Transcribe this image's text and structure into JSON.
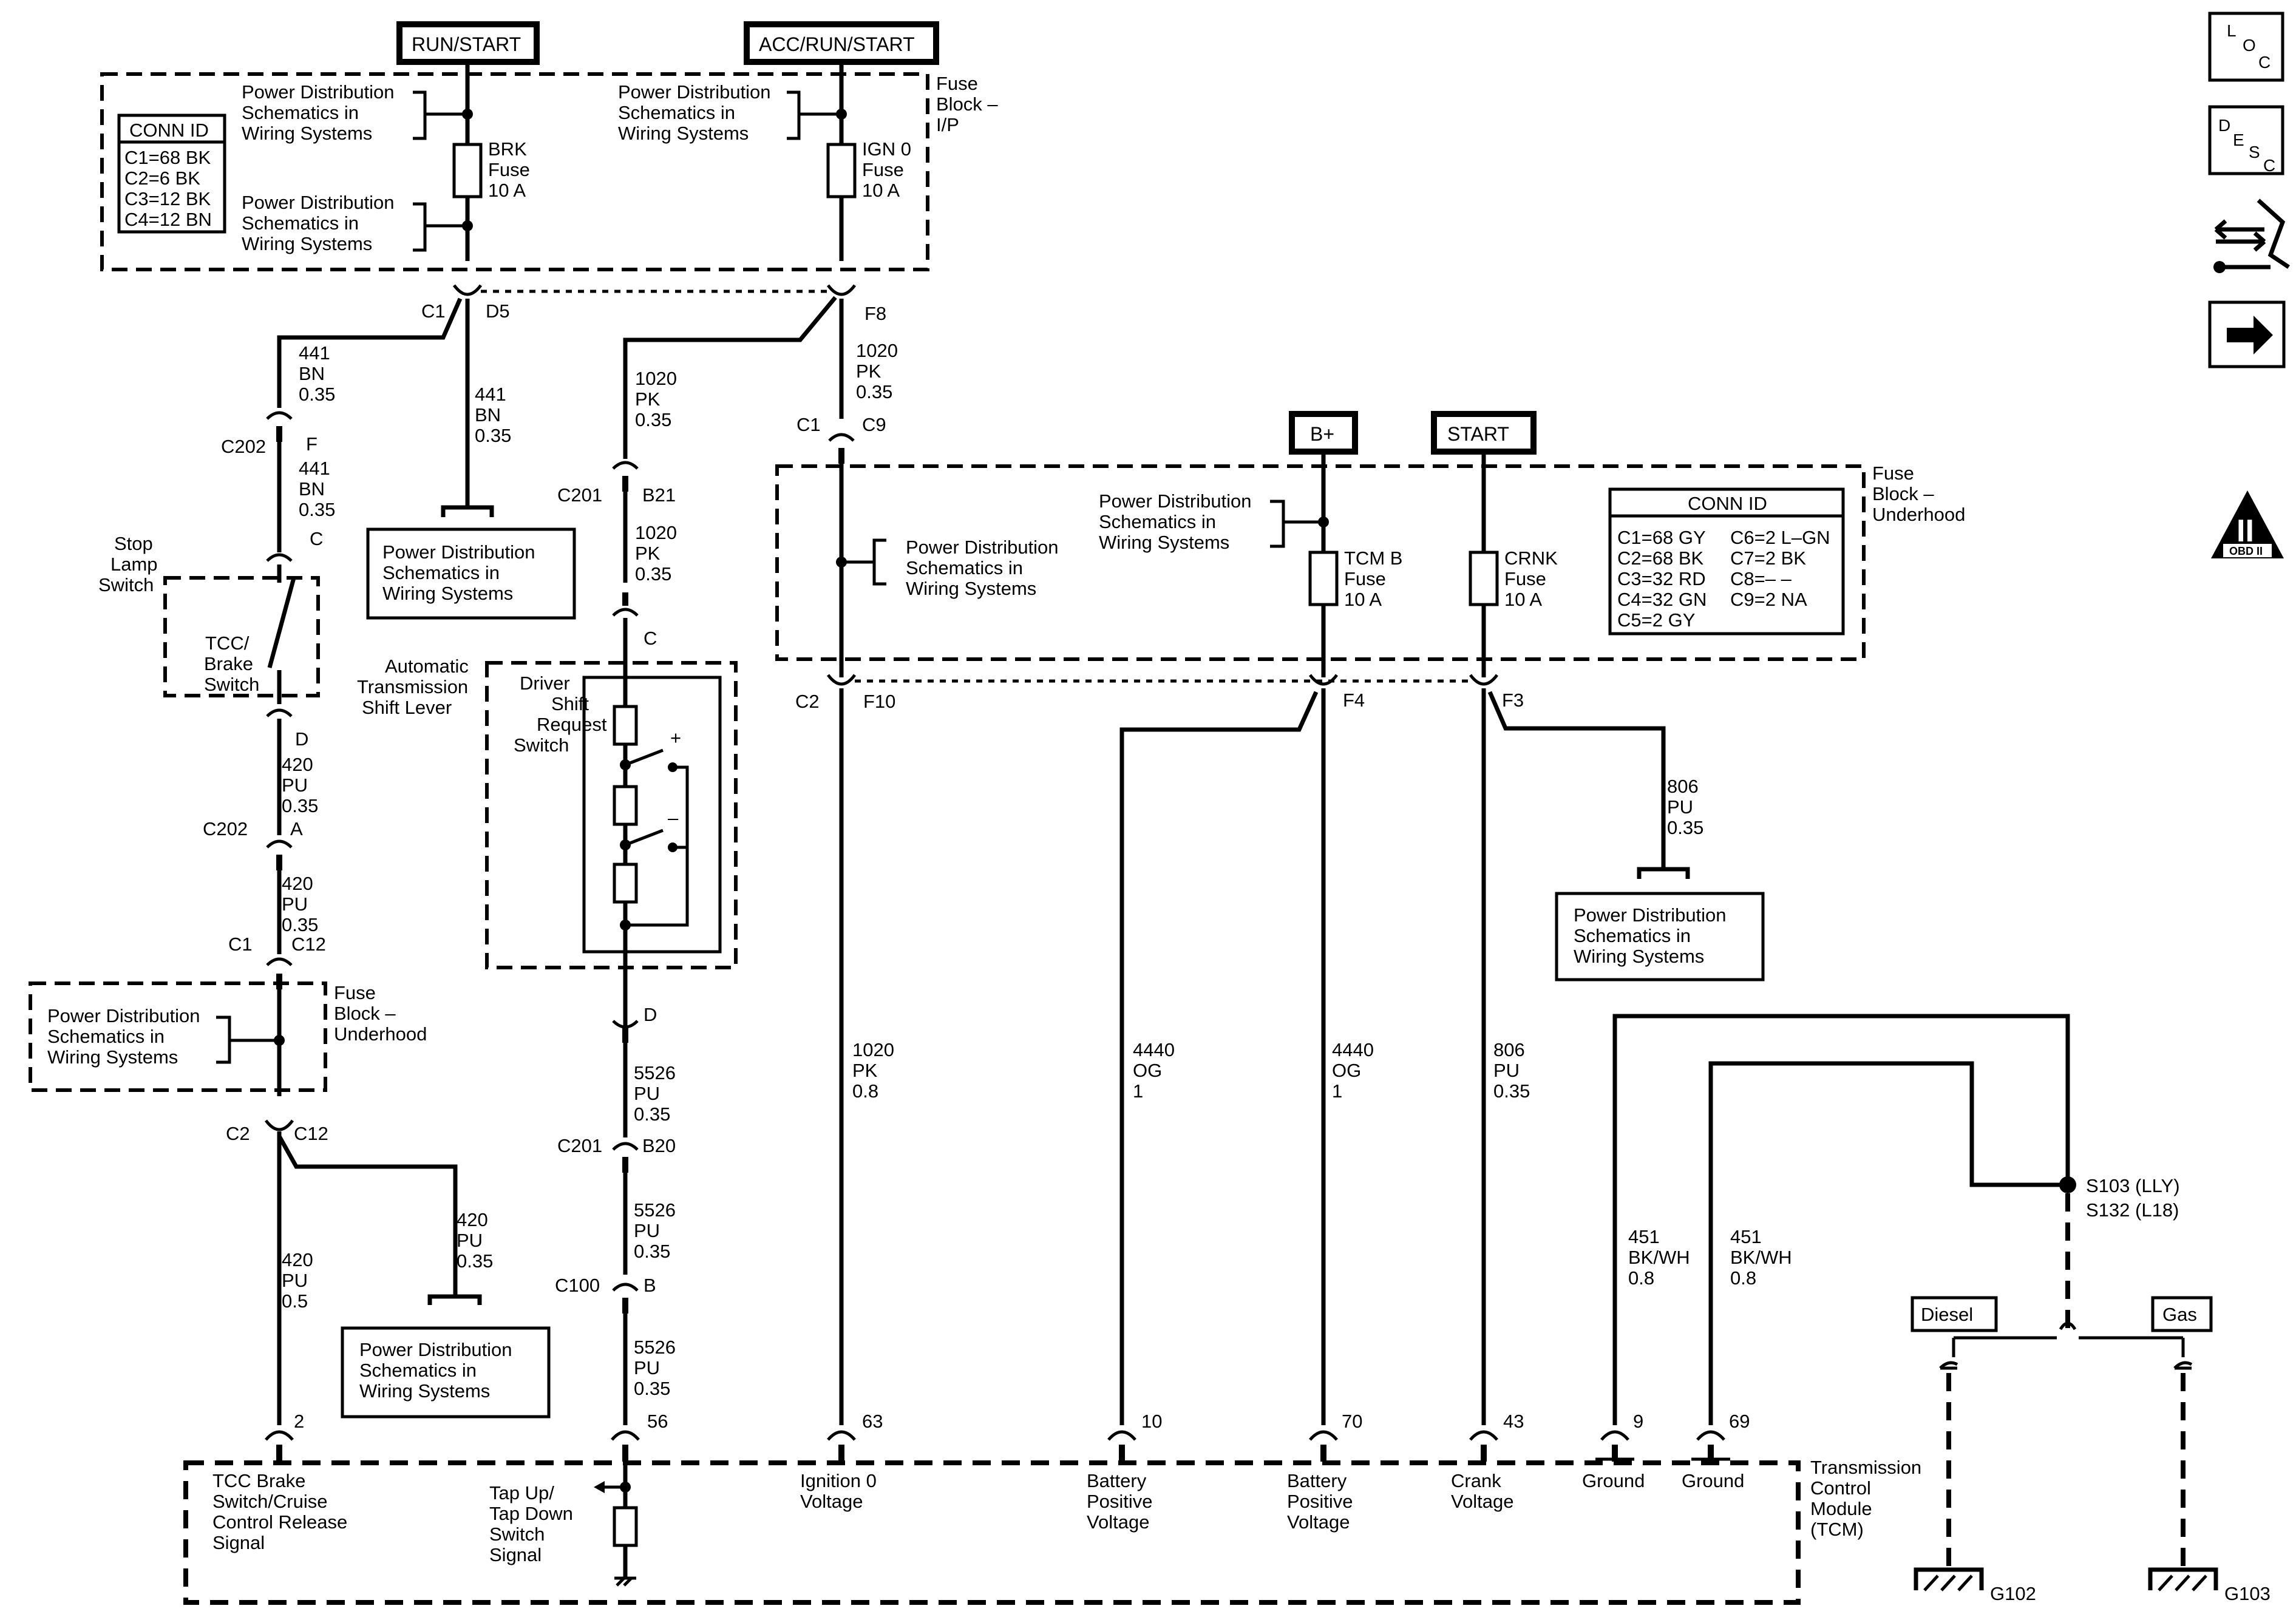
{
  "sources": {
    "run_start": "RUN/START",
    "acc_run_start": "ACC/RUN/START",
    "bplus": "B+",
    "start": "START"
  },
  "fuse_block_ip": {
    "title": [
      "Fuse",
      "Block –",
      "I/P"
    ],
    "conn_id_title": "CONN ID",
    "conn_id": [
      "C1=68 BK",
      "C2=6 BK",
      "C3=12 BK",
      "C4=12 BN"
    ],
    "fuse_brk": [
      "BRK",
      "Fuse",
      "10 A"
    ],
    "fuse_ign0": [
      "IGN 0",
      "Fuse",
      "10 A"
    ],
    "power_dist": [
      "Power Distribution",
      "Schematics in",
      "Wiring Systems"
    ],
    "c1": "C1",
    "d5": "D5",
    "f8": "F8"
  },
  "fuse_block_underhood": {
    "title": [
      "Fuse",
      "Block –",
      "Underhood"
    ],
    "conn_id_title": "CONN ID",
    "conn_id_left": [
      "C1=68 GY",
      "C2=68 BK",
      "C3=32 RD",
      "C4=32 GN",
      "C5=2 GY"
    ],
    "conn_id_right": [
      "C6=2 L–GN",
      "C7=2 BK",
      "C8=– –",
      "C9=2 NA"
    ],
    "fuse_tcmb": [
      "TCM B",
      "Fuse",
      "10 A"
    ],
    "fuse_crnk": [
      "CRNK",
      "Fuse",
      "10 A"
    ],
    "c1": "C1",
    "c9": "C9",
    "c2": "C2",
    "f10": "F10",
    "f4": "F4",
    "f3": "F3"
  },
  "fuse_block_underhood_left": {
    "title": [
      "Fuse",
      "Block –",
      "Underhood"
    ],
    "c1": "C1",
    "c12a": "C12",
    "c2": "C2",
    "c12b": "C12"
  },
  "power_dist_box": [
    "Power Distribution",
    "Schematics in",
    "Wiring Systems"
  ],
  "wires": {
    "w441_1": [
      "441",
      "BN",
      "0.35"
    ],
    "w441_2": [
      "441",
      "BN",
      "0.35"
    ],
    "w441_3": [
      "441",
      "BN",
      "0.35"
    ],
    "w420_1": [
      "420",
      "PU",
      "0.35"
    ],
    "w420_2": [
      "420",
      "PU",
      "0.35"
    ],
    "w420_3": [
      "420",
      "PU",
      "0.35"
    ],
    "w420_4": [
      "420",
      "PU",
      "0.5"
    ],
    "w1020_1": [
      "1020",
      "PK",
      "0.35"
    ],
    "w1020_2": [
      "1020",
      "PK",
      "0.35"
    ],
    "w1020_3": [
      "1020",
      "PK",
      "0.35"
    ],
    "w1020_4": [
      "1020",
      "PK",
      "0.8"
    ],
    "w5526_1": [
      "5526",
      "PU",
      "0.35"
    ],
    "w5526_2": [
      "5526",
      "PU",
      "0.35"
    ],
    "w5526_3": [
      "5526",
      "PU",
      "0.35"
    ],
    "w4440_1": [
      "4440",
      "OG",
      "1"
    ],
    "w4440_2": [
      "4440",
      "OG",
      "1"
    ],
    "w806_1": [
      "806",
      "PU",
      "0.35"
    ],
    "w806_2": [
      "806",
      "PU",
      "0.35"
    ],
    "w451_1": [
      "451",
      "BK/WH",
      "0.8"
    ],
    "w451_2": [
      "451",
      "BK/WH",
      "0.8"
    ]
  },
  "connectors": {
    "c202_f": [
      "C202",
      "F"
    ],
    "c_pin": "C",
    "d_pin": "D",
    "c202_a": [
      "C202",
      "A"
    ],
    "c201_b21": [
      "C201",
      "B21"
    ],
    "c_pin2": "C",
    "d_pin2": "D",
    "c201_b20": [
      "C201",
      "B20"
    ],
    "c100_b": [
      "C100",
      "B"
    ]
  },
  "stop_lamp": {
    "outer": [
      "Stop",
      "Lamp",
      "Switch"
    ],
    "inner": [
      "TCC/",
      "Brake",
      "Switch"
    ]
  },
  "shift_lever": {
    "outer": [
      "Automatic",
      "Transmission",
      "Shift Lever"
    ],
    "inner": [
      "Driver",
      "Shift",
      "Request",
      "Switch"
    ],
    "plus": "+",
    "minus": "–"
  },
  "splice": [
    "S103 (LLY)",
    "S132 (L18)"
  ],
  "engine_tags": {
    "diesel": "Diesel",
    "gas": "Gas"
  },
  "grounds": {
    "g102": "G102",
    "g103": "G103"
  },
  "tcm": {
    "title": [
      "Transmission",
      "Control",
      "Module",
      "(TCM)"
    ],
    "pins": [
      "2",
      "56",
      "63",
      "10",
      "70",
      "43",
      "9",
      "69"
    ],
    "sig_tcc": [
      "TCC Brake",
      "Switch/Cruise",
      "Control Release",
      "Signal"
    ],
    "sig_tap": [
      "Tap Up/",
      "Tap Down",
      "Switch",
      "Signal"
    ],
    "sig_ign": [
      "Ignition 0",
      "Voltage"
    ],
    "sig_bat1": [
      "Battery",
      "Positive",
      "Voltage"
    ],
    "sig_bat2": [
      "Battery",
      "Positive",
      "Voltage"
    ],
    "sig_crank": [
      "Crank",
      "Voltage"
    ],
    "sig_gnd1": [
      "Ground"
    ],
    "sig_gnd2": [
      "Ground"
    ]
  },
  "nav": {
    "loc": [
      "L",
      "O",
      "C"
    ],
    "desc": [
      "D",
      "E",
      "S",
      "C"
    ],
    "obd": "OBD II",
    "obd_mark": "II"
  }
}
